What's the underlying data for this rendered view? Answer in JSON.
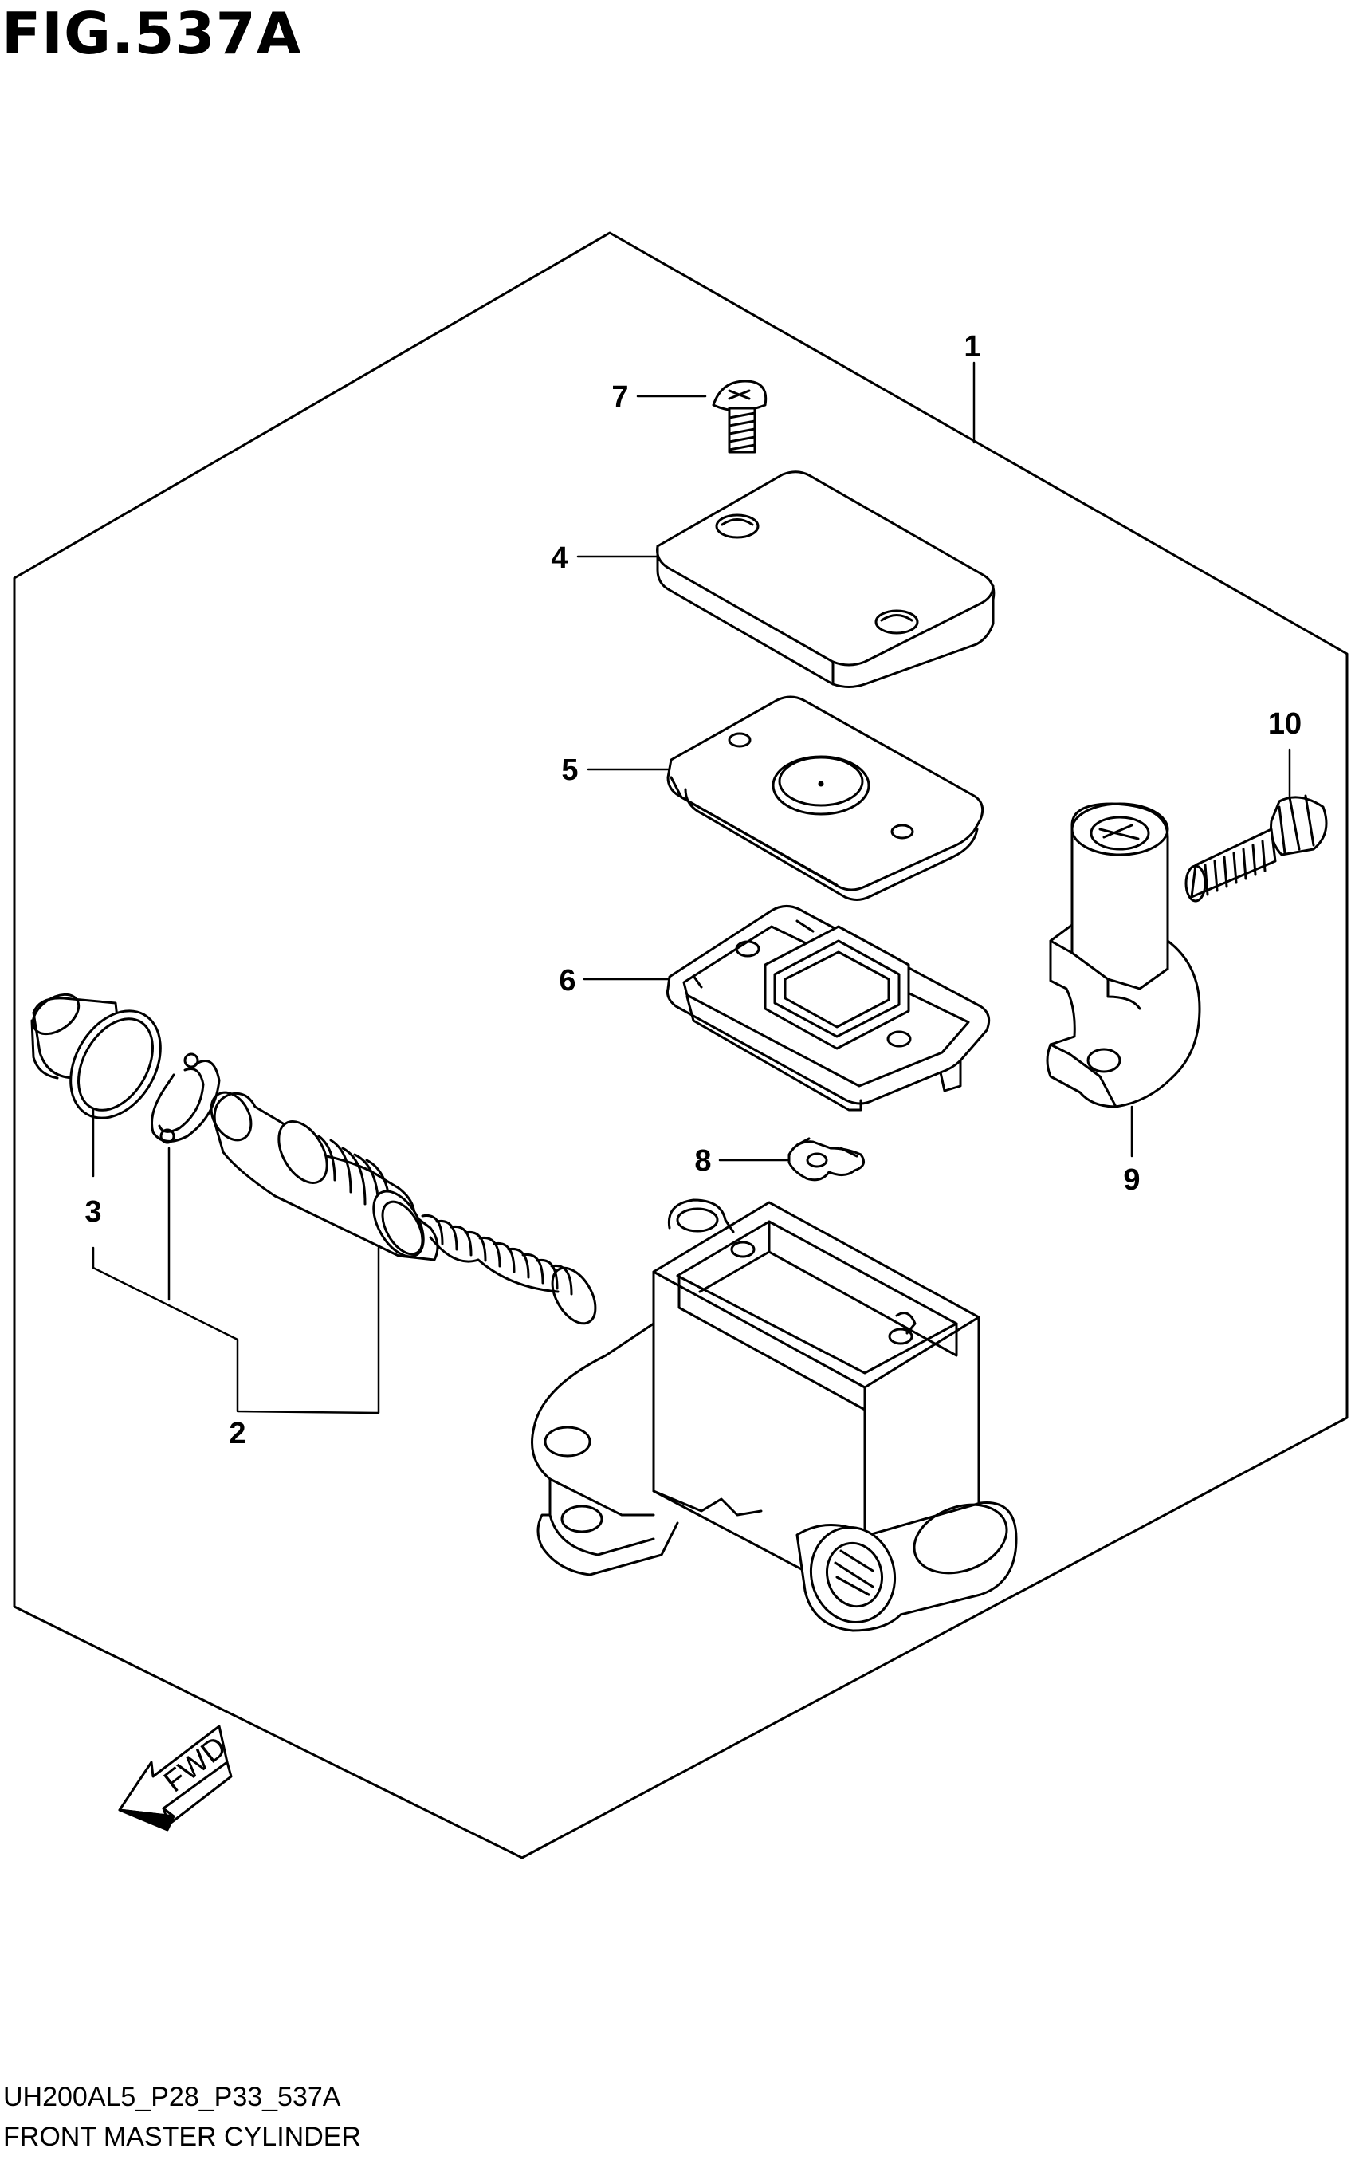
{
  "figure": {
    "title": "FIG.537A",
    "model_code": "UH200AL5_P28_P33_537A",
    "part_name": "FRONT MASTER CYLINDER"
  },
  "callouts": [
    {
      "id": "1",
      "label": "1"
    },
    {
      "id": "2",
      "label": "2"
    },
    {
      "id": "3",
      "label": "3"
    },
    {
      "id": "4",
      "label": "4"
    },
    {
      "id": "5",
      "label": "5"
    },
    {
      "id": "6",
      "label": "6"
    },
    {
      "id": "7",
      "label": "7"
    },
    {
      "id": "8",
      "label": "8"
    },
    {
      "id": "9",
      "label": "9"
    },
    {
      "id": "10",
      "label": "10"
    }
  ],
  "fwd_arrow": {
    "label": "FWD"
  },
  "line_color": "#000000",
  "background_color": "#ffffff"
}
